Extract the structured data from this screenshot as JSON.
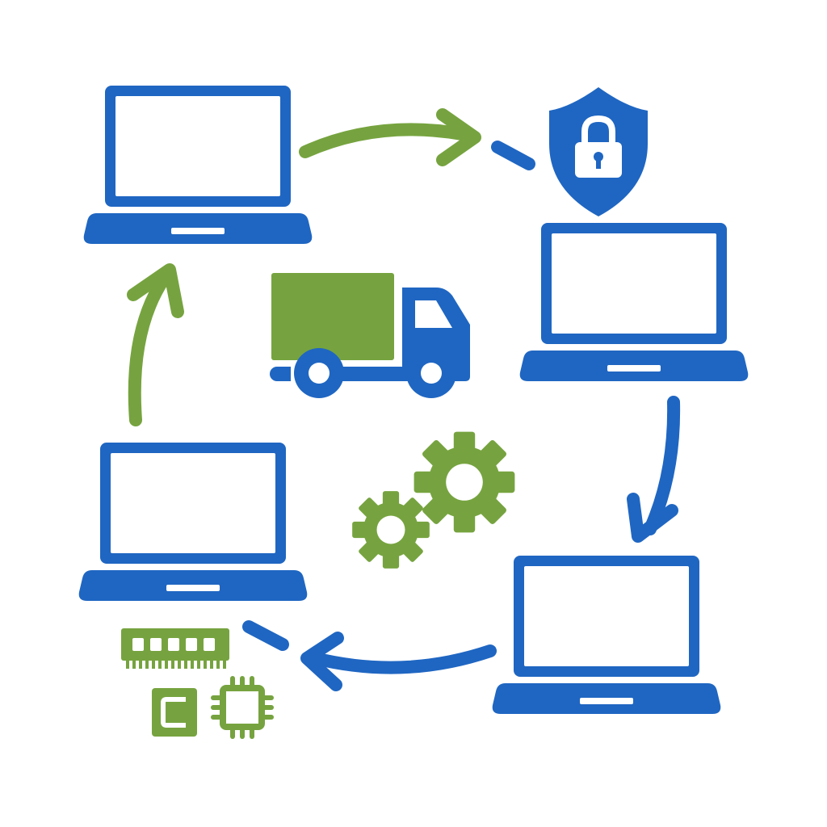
{
  "colors": {
    "primary_blue": "#1f66c2",
    "accent_green": "#76a33f",
    "background": "#ffffff"
  },
  "nodes": [
    {
      "id": "laptop-top-left",
      "icon": "laptop-icon"
    },
    {
      "id": "laptop-right",
      "icon": "laptop-icon"
    },
    {
      "id": "laptop-bottom-right",
      "icon": "laptop-icon"
    },
    {
      "id": "laptop-bottom-left",
      "icon": "laptop-icon"
    }
  ],
  "decorations": [
    {
      "id": "shield",
      "icon": "shield-lock-icon"
    },
    {
      "id": "truck",
      "icon": "delivery-truck-icon"
    },
    {
      "id": "gears",
      "icon": "gears-icon"
    },
    {
      "id": "hardware",
      "icon": "memory-chip-icon"
    }
  ],
  "flows": [
    {
      "from": "laptop-top-left",
      "to": "shield",
      "color": "accent_green"
    },
    {
      "from": "laptop-right",
      "to": "laptop-bottom-right",
      "color": "primary_blue"
    },
    {
      "from": "laptop-bottom-right",
      "to": "laptop-bottom-left",
      "color": "primary_blue"
    },
    {
      "from": "laptop-bottom-left",
      "to": "laptop-top-left",
      "color": "accent_green"
    }
  ]
}
